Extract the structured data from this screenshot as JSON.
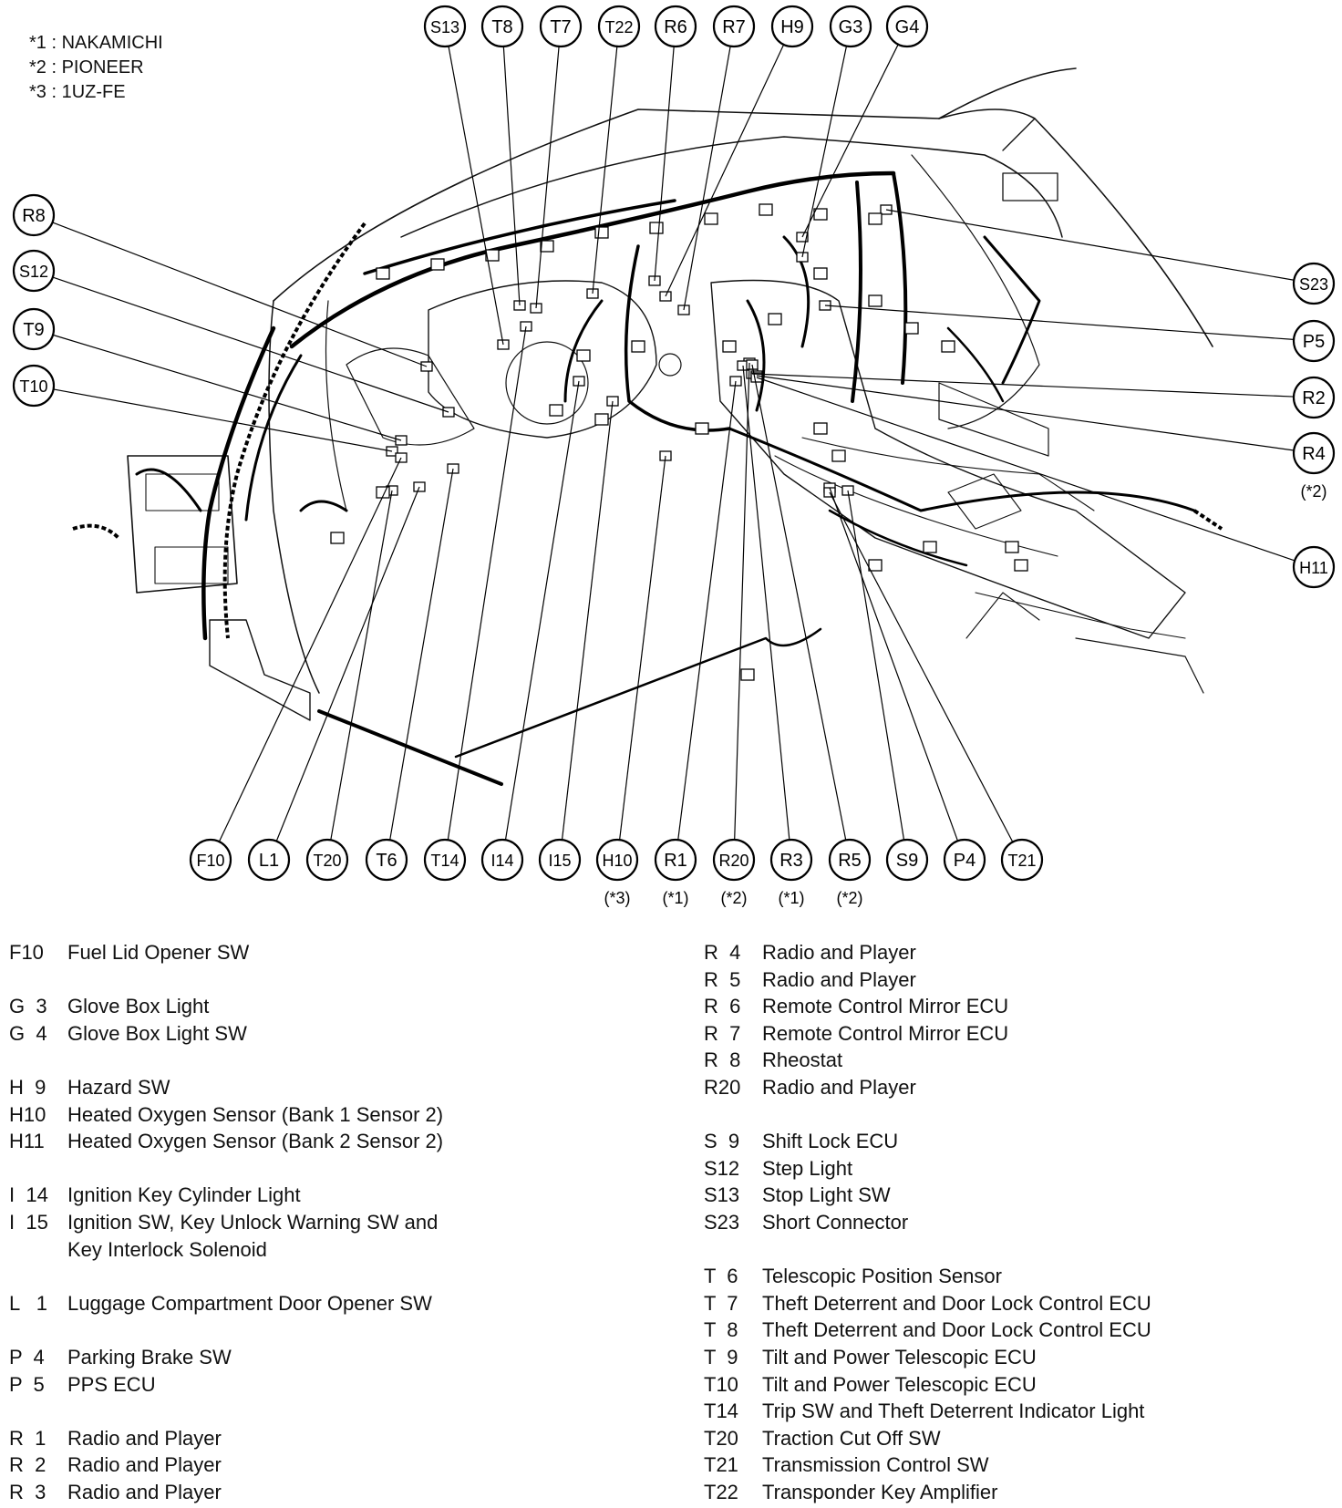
{
  "notes": [
    {
      "mark": "*1",
      "text": "NAKAMICHI"
    },
    {
      "mark": "*2",
      "text": "PIONEER"
    },
    {
      "mark": "*3",
      "text": "1UZ-FE"
    }
  ],
  "callouts_top": [
    "S13",
    "T8",
    "T7",
    "T22",
    "R6",
    "R7",
    "H9",
    "G3",
    "G4"
  ],
  "callouts_left": [
    "R8",
    "S12",
    "T9",
    "T10"
  ],
  "callouts_right": [
    {
      "label": "S23",
      "note": ""
    },
    {
      "label": "P5",
      "note": ""
    },
    {
      "label": "R2",
      "note": ""
    },
    {
      "label": "R4",
      "note": "(*2)"
    },
    {
      "label": "H11",
      "note": ""
    }
  ],
  "callouts_bottom": [
    {
      "label": "F10",
      "note": ""
    },
    {
      "label": "L1",
      "note": ""
    },
    {
      "label": "T20",
      "note": ""
    },
    {
      "label": "T6",
      "note": ""
    },
    {
      "label": "T14",
      "note": ""
    },
    {
      "label": "I14",
      "note": ""
    },
    {
      "label": "I15",
      "note": ""
    },
    {
      "label": "H10",
      "note": "(*3)"
    },
    {
      "label": "R1",
      "note": "(*1)"
    },
    {
      "label": "R20",
      "note": "(*2)"
    },
    {
      "label": "R3",
      "note": "(*1)"
    },
    {
      "label": "R5",
      "note": "(*2)"
    },
    {
      "label": "S9",
      "note": ""
    },
    {
      "label": "P4",
      "note": ""
    },
    {
      "label": "T21",
      "note": ""
    }
  ],
  "legend_left": [
    {
      "code": "F10",
      "name": "Fuel Lid Opener SW"
    },
    {
      "gap": true
    },
    {
      "code": "G  3",
      "name": "Glove Box Light"
    },
    {
      "code": "G  4",
      "name": "Glove Box Light SW"
    },
    {
      "gap": true
    },
    {
      "code": "H  9",
      "name": "Hazard SW"
    },
    {
      "code": "H10",
      "name": "Heated Oxygen Sensor (Bank 1 Sensor 2)"
    },
    {
      "code": "H11",
      "name": "Heated Oxygen Sensor (Bank 2 Sensor 2)"
    },
    {
      "gap": true
    },
    {
      "code": "I  14",
      "name": "Ignition Key Cylinder Light"
    },
    {
      "code": "I  15",
      "name": "Ignition SW, Key Unlock Warning SW and"
    },
    {
      "code": "",
      "name": "Key Interlock Solenoid",
      "cont": true
    },
    {
      "gap": true
    },
    {
      "code": "L   1",
      "name": "Luggage Compartment Door Opener SW"
    },
    {
      "gap": true
    },
    {
      "code": "P  4",
      "name": "Parking Brake SW"
    },
    {
      "code": "P  5",
      "name": "PPS ECU"
    },
    {
      "gap": true
    },
    {
      "code": "R  1",
      "name": "Radio and Player"
    },
    {
      "code": "R  2",
      "name": "Radio and Player"
    },
    {
      "code": "R  3",
      "name": "Radio and Player"
    }
  ],
  "legend_right": [
    {
      "code": "R  4",
      "name": "Radio and Player"
    },
    {
      "code": "R  5",
      "name": "Radio and Player"
    },
    {
      "code": "R  6",
      "name": "Remote Control Mirror ECU"
    },
    {
      "code": "R  7",
      "name": "Remote Control Mirror ECU"
    },
    {
      "code": "R  8",
      "name": "Rheostat"
    },
    {
      "code": "R20",
      "name": "Radio and Player"
    },
    {
      "gap": true
    },
    {
      "code": "S  9",
      "name": "Shift Lock ECU"
    },
    {
      "code": "S12",
      "name": "Step Light"
    },
    {
      "code": "S13",
      "name": "Stop Light SW"
    },
    {
      "code": "S23",
      "name": "Short Connector"
    },
    {
      "gap": true
    },
    {
      "code": "T  6",
      "name": "Telescopic Position Sensor"
    },
    {
      "code": "T  7",
      "name": "Theft Deterrent and Door Lock Control ECU"
    },
    {
      "code": "T  8",
      "name": "Theft Deterrent and Door Lock Control ECU"
    },
    {
      "code": "T  9",
      "name": "Tilt and Power Telescopic ECU"
    },
    {
      "code": "T10",
      "name": "Tilt and Power Telescopic ECU"
    },
    {
      "code": "T14",
      "name": "Trip SW and Theft Deterrent Indicator Light"
    },
    {
      "code": "T20",
      "name": "Traction Cut Off SW"
    },
    {
      "code": "T21",
      "name": "Transmission Control SW"
    },
    {
      "code": "T22",
      "name": "Transponder Key Amplifier"
    }
  ]
}
